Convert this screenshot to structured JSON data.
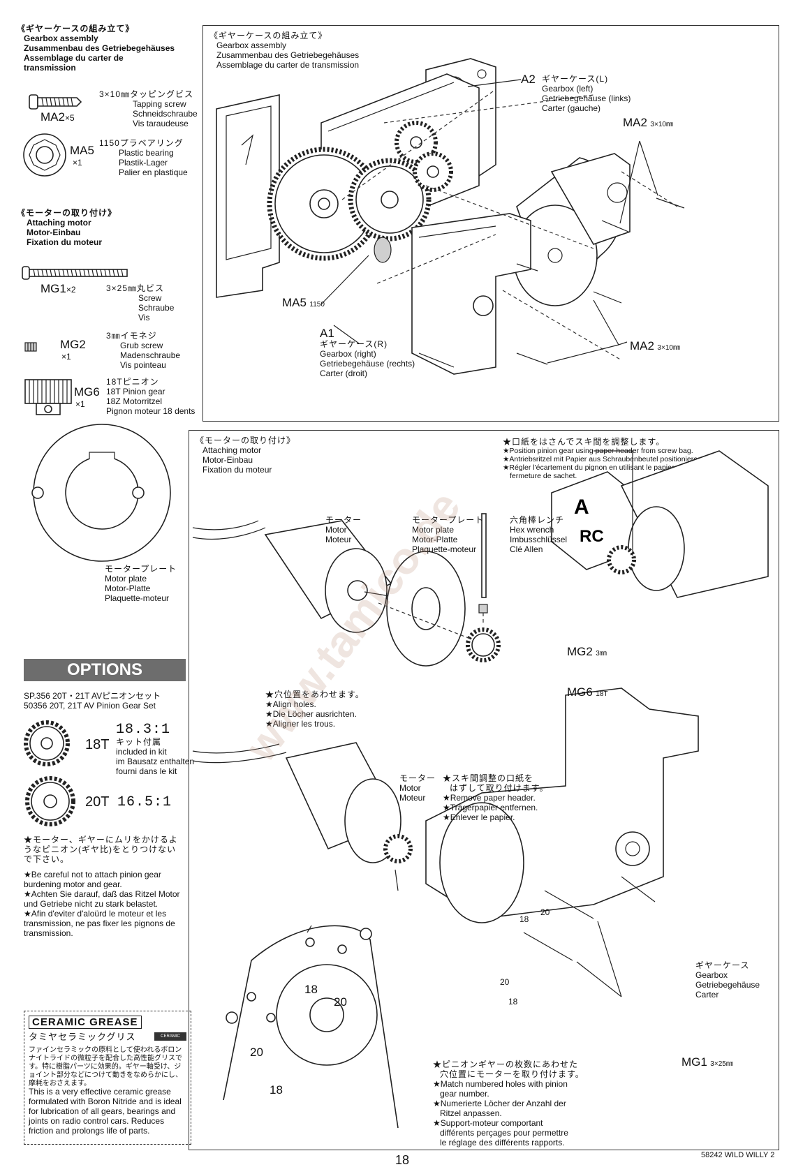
{
  "left_gearbox": {
    "heading_jp": "《ギヤーケースの組み立て》",
    "heading_en": "Gearbox assembly",
    "heading_de": "Zusammenbau des Getriebegehäuses",
    "heading_fr1": "Assemblage du carter de",
    "heading_fr2": "transmission",
    "ma2_label": "MA2",
    "ma2_qty": "×5",
    "ma2_jp": "3×10㎜タッピングビス",
    "ma2_en": "Tapping screw",
    "ma2_de": "Schneidschraube",
    "ma2_fr": "Vis taraudeuse",
    "ma5_label": "MA5",
    "ma5_qty": "×1",
    "ma5_jp": "1150プラベアリング",
    "ma5_en": "Plastic bearing",
    "ma5_de": "Plastik-Lager",
    "ma5_fr": "Palier en plastique"
  },
  "left_motor": {
    "heading_jp": "《モーターの取り付け》",
    "heading_en": "Attaching motor",
    "heading_de": "Motor-Einbau",
    "heading_fr": "Fixation du moteur",
    "mg1_label": "MG1",
    "mg1_qty": "×2",
    "mg1_jp": "3×25㎜丸ビス",
    "mg1_en": "Screw",
    "mg1_de": "Schraube",
    "mg1_fr": "Vis",
    "mg2_label": "MG2",
    "mg2_qty": "×1",
    "mg2_jp": "3㎜イモネジ",
    "mg2_en": "Grub screw",
    "mg2_de": "Madenschraube",
    "mg2_fr": "Vis pointeau",
    "mg6_label": "MG6",
    "mg6_qty": "×1",
    "mg6_jp": "18Tピニオン",
    "mg6_en": "18T Pinion gear",
    "mg6_de": "18Z Motorritzel",
    "mg6_fr": "Pignon moteur 18 dents",
    "plate_jp": "モータープレート",
    "plate_en": "Motor plate",
    "plate_de": "Motor-Platte",
    "plate_fr": "Plaquette-moteur"
  },
  "options": {
    "title": "OPTIONS",
    "set_jp": "SP.356 20T・21T AVピニオンセット",
    "set_en": "50356 20T, 21T AV Pinion Gear Set",
    "g18_label": "18T",
    "g18_ratio": "18.3:1",
    "g18_jp": "キット付属",
    "g18_en": "included in kit",
    "g18_de": "im Bausatz enthalten",
    "g18_fr": "fourni dans le kit",
    "g20_label": "20T",
    "g20_ratio": "16.5:1",
    "warn_jp1": "★モーター、ギヤーにムリをかけるよ",
    "warn_jp2": "うなピニオン(ギヤ比)をとりつけない",
    "warn_jp3": "で下さい。",
    "warn_en": "★Be careful not to attach pinion gear burdening motor and gear.",
    "warn_de": "★Achten Sie darauf, daß das Ritzel Motor und Getriebe nicht zu stark belastet.",
    "warn_fr": "★Afin d'eviter d'aloürd le moteur et les transmission, ne pas fixer les pignons de transmission."
  },
  "grease": {
    "logo": "CERAMIC GREASE",
    "name_jp": "タミヤセラミックグリス",
    "badge": "CERAMIC GREASE",
    "desc_jp": "ファインセラミックの原料として使われるボロンナイトライドの微粒子を配合した高性能グリスです。特に樹脂パーツに効果的。ギヤー軸受け、ジョイント部分などにつけて動きをなめらかにし、摩耗をおさえます。",
    "desc_en": "This is a very effective ceramic grease formulated with Boron Nitride and is ideal for lubrication of all gears, bearings and joints on radio control cars. Reduces friction and prolongs life of parts."
  },
  "main_gearbox": {
    "heading_jp": "《ギヤーケースの組み立て》",
    "heading_en": "Gearbox assembly",
    "heading_de": "Zusammenbau des Getriebegehäuses",
    "heading_fr": "Assemblage du carter de transmission",
    "a2_code": "A2",
    "a2_jp": "ギヤーケース(L)",
    "a2_en": "Gearbox (left)",
    "a2_de": "Getriebegehäuse (links)",
    "a2_fr": "Carter (gauche)",
    "ma2_top": "MA2",
    "ma2_top_size": "3×10㎜",
    "ma5": "MA5",
    "ma5_num": "1150",
    "a1_code": "A1",
    "a1_jp": "ギヤーケース(R)",
    "a1_en": "Gearbox (right)",
    "a1_de": "Getriebegehäuse (rechts)",
    "a1_fr": "Carter (droit)",
    "ma2_bottom": "MA2",
    "ma2_bottom_size": "3×10㎜"
  },
  "main_motor": {
    "heading_jp": "《モーターの取り付け》",
    "heading_en": "Attaching motor",
    "heading_de": "Motor-Einbau",
    "heading_fr": "Fixation du moteur",
    "paper_jp": "★口紙をはさんでスキ間を調整します。",
    "paper_en": "★Position pinion gear using paper header from screw bag.",
    "paper_de": "★Antriebsritzel mit Papier aus Schraubenbeutel positionieren.",
    "paper_fr1": "★Régler l'écartement du pignon en utilisant le papier d'une",
    "paper_fr2": "fermeture de sachet.",
    "motor_jp": "モーター",
    "motor_en": "Motor",
    "motor_fr": "Moteur",
    "plate_jp": "モータープレート",
    "plate_en": "Motor plate",
    "plate_de": "Motor-Platte",
    "plate_fr": "Plaquette-moteur",
    "wrench_jp": "六角棒レンチ",
    "wrench_en": "Hex wrench",
    "wrench_de": "Imbusschlüssel",
    "wrench_fr": "Clé Allen",
    "mg2": "MG2",
    "mg2_size": "3㎜",
    "mg6": "MG6",
    "mg6_size": "18T",
    "align_jp": "★穴位置をあわせます。",
    "align_en": "★Align holes.",
    "align_de": "★Die Löcher ausrichten.",
    "align_fr": "★Aligner les trous.",
    "motor2_jp": "モーター",
    "motor2_en": "Motor",
    "motor2_fr": "Moteur",
    "remove_jp1": "★スキ間調整の口紙を",
    "remove_jp2": "はずして取り付けます。",
    "remove_en": "★Remove paper header.",
    "remove_de": "★Trägerpapier entfernen.",
    "remove_fr": "★Enlever le papier.",
    "gearbox_jp": "ギヤーケース",
    "gearbox_en": "Gearbox",
    "gearbox_de": "Getriebegehäuse",
    "gearbox_fr": "Carter",
    "mg1": "MG1",
    "mg1_size": "3×25㎜",
    "match_jp1": "★ピニオンギヤーの枚数にあわせた",
    "match_jp2": "穴位置にモーターを取り付けます。",
    "match_en1": "★Match numbered holes with pinion",
    "match_en2": "gear number.",
    "match_de1": "★Numerierte Löcher der Anzahl der",
    "match_de2": "Ritzel anpassen.",
    "match_fr1": "★Support-moteur comportant",
    "match_fr2": "différents perçages pour permettre",
    "match_fr3": "le réglage des différents rapports.",
    "hole_18a": "18",
    "hole_20a": "20",
    "hole_20b": "20",
    "hole_18b": "18",
    "case_18": "18",
    "case_20": "20",
    "case_20b": "20",
    "case_18b": "18",
    "paper_text_a": "A",
    "paper_text_rc": "RC"
  },
  "watermark": "www.tamico.de",
  "footer": {
    "page": "18",
    "code": "58242 WILD WILLY 2"
  }
}
